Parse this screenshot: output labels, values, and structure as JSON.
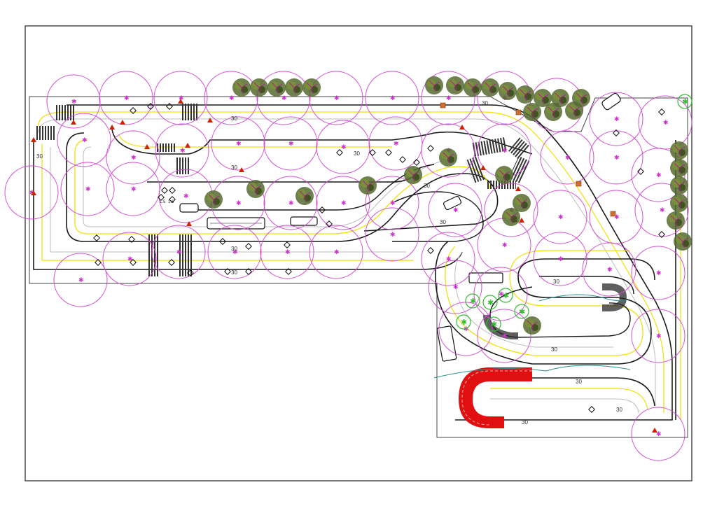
{
  "drawing": {
    "speed_limit_label": "30",
    "parking_label_a": "1:5",
    "parking_label_b": "1:6"
  },
  "colors": {
    "road_edge": "#1a1a1a",
    "lane_yellow": "#f0e000",
    "lane_gray": "#bdbdbd",
    "lamp_circle": "#d24bd2",
    "lamp_star": "#cc33cc",
    "tree_green_circle": "#33bb33",
    "tree_foliage": "#556b2f",
    "skid_red": "#e01010",
    "cone": "#cc2200",
    "water": "#2a8f8f",
    "border": "#222222"
  },
  "icons": [
    "tree-icon",
    "street-lamp-icon",
    "car-icon",
    "bus-icon",
    "cone-icon",
    "crosswalk-icon",
    "marker-icon"
  ]
}
